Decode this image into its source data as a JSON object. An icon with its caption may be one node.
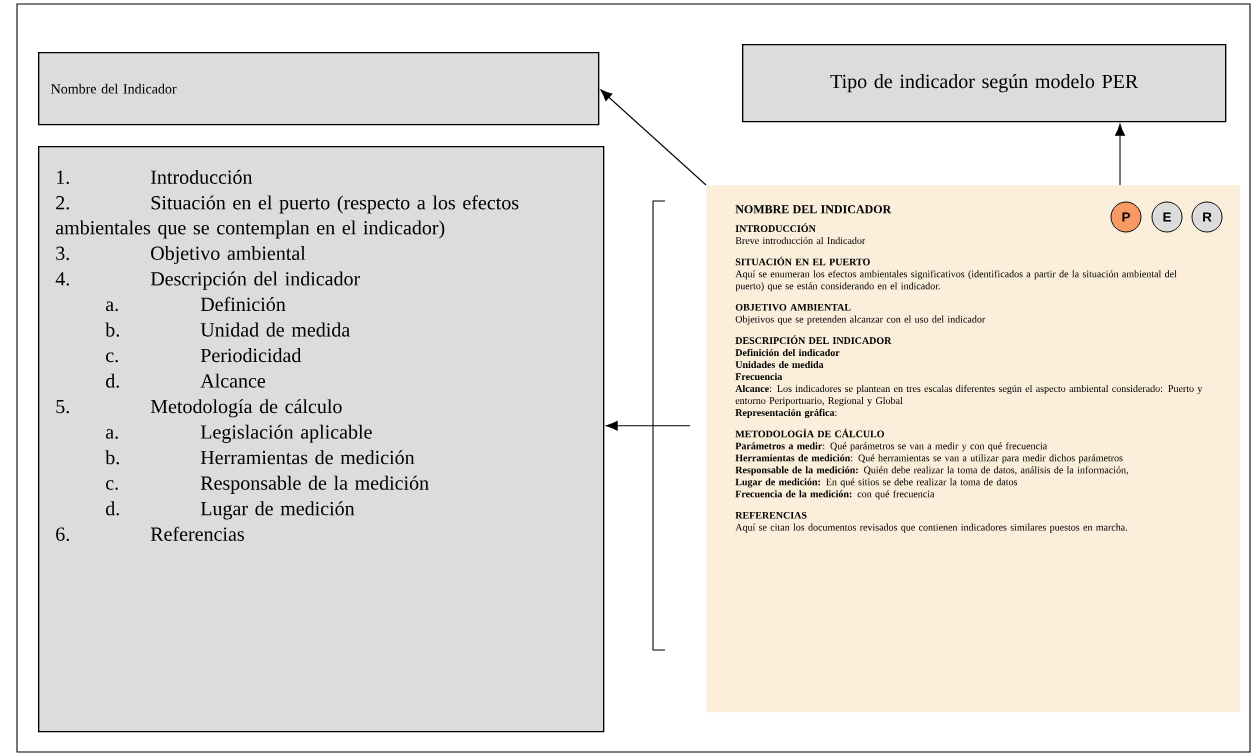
{
  "diagram": {
    "nodes": [
      {
        "text": [
          "Nombre del Indicador"
        ]
      },
      {
        "text": [
          "Tipo de indicador según modelo PER"
        ]
      },
      {
        "text": [
          "1.",
          "Introducción",
          "2.",
          "Situación en el puerto (respecto a los efectos ambientales que se contemplan en el indicador)",
          "3.",
          "Objetivo ambiental",
          "4.",
          "Descripción del indicador",
          "a.",
          "Definición",
          "b.",
          "Unidad de medida",
          "c.",
          "Periodicidad",
          "d.",
          "Alcance",
          "5.",
          "Metodología de cálculo",
          "a.",
          "Legislación aplicable",
          "b.",
          "Herramientas de medición",
          "c.",
          "Responsable de la medición",
          "d.",
          "Lugar de medición",
          "6.",
          "Referencias"
        ]
      },
      {
        "text": [
          "NOMBRE DEL INDICADOR",
          "INTRODUCCIÓN",
          "Breve introducción al Indicador",
          "SITUACIÓN EN EL PUERTO",
          "Aquí se enumeran los efectos ambientales significativos (identificados a partir de la situación ambiental del puerto) que se están considerando en el indicador.",
          "OBJETIVO AMBIENTAL",
          "Objetivos que se pretenden alcanzar con el uso del indicador",
          "DESCRIPCIÓN DEL INDICADOR",
          "Definición del indicador",
          "Unidades de medida",
          "Frecuencia",
          "**Alcance**: Los indicadores se plantean en tres escalas diferentes según el aspecto ambiental considerado: Puerto y entorno Periportuario, Regional y Global",
          "**Representación gráfica**:",
          "METODOLOGÍA DE CÁLCULO",
          "**Parámetros a medir**: Qué parámetros se van a medir y con qué frecuencia",
          "**Herramientas de medición**: Qué herramientas se van a utilizar para medir dichos parámetros",
          "**Responsable de la medición:** Quién debe realizar la toma de datos, análisis de la información,",
          "**Lugar de medición:** En qué sitios se debe realizar la toma de datos",
          "**Frecuencia de la medición:** con qué frecuencia",
          "REFERENCIAS",
          "Aquí se citan los documentos revisados que contienen indicadores similares puestos en marcha."
        ]
      },
      {
        "text": [
          "P"
        ],
        "in": 3
      },
      {
        "text": [
          "E"
        ],
        "in": 3
      },
      {
        "text": [
          "R"
        ],
        "in": 3
      }
    ],
    "edges": [
      {
        "from": 3,
        "to": 0,
        "arrow": "to"
      },
      {
        "from": 3,
        "to": 1,
        "arrow": "to"
      },
      {
        "from": 3,
        "to": 2,
        "arrow": "to"
      }
    ]
  }
}
